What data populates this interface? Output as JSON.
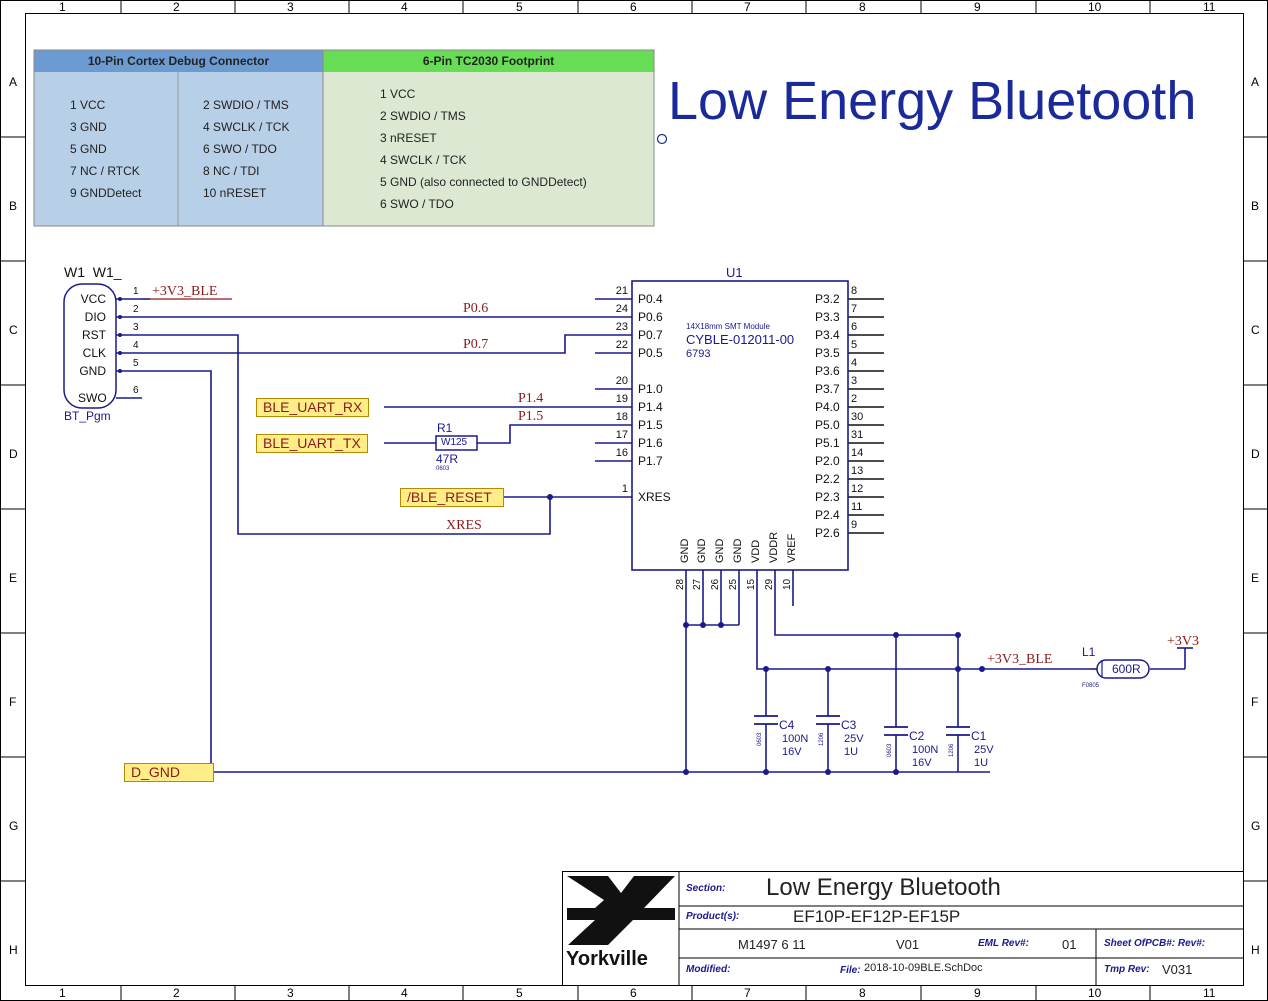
{
  "rulers": {
    "columns": [
      "1",
      "2",
      "3",
      "4",
      "5",
      "6",
      "7",
      "8",
      "9",
      "10",
      "11"
    ],
    "rows": [
      "A",
      "B",
      "C",
      "D",
      "E",
      "F",
      "G",
      "H"
    ]
  },
  "debug_table": {
    "header_left": "10-Pin Cortex Debug Connector",
    "header_right": "6-Pin TC2030 Footprint",
    "col1": [
      "1 VCC",
      "3 GND",
      "5 GND",
      "7 NC / RTCK",
      "9 GNDDetect"
    ],
    "col2": [
      "2 SWDIO / TMS",
      "4 SWCLK / TCK",
      "6 SWO / TDO",
      "8 NC / TDI",
      "10 nRESET"
    ],
    "col3": [
      "1 VCC",
      "2 SWDIO / TMS",
      "3 nRESET",
      "4 SWCLK / TCK",
      "5 GND (also connected to GNDDetect)",
      "6 SWO / TDO"
    ],
    "colors": {
      "left_header": "#6c9bd2",
      "right_header": "#66dd55",
      "left_body": "#b8cfe8",
      "right_body": "#dce8d2"
    }
  },
  "title": "Low Energy Bluetooth",
  "connector": {
    "refs": "W1  W1_",
    "name": "BT_Pgm",
    "pins": [
      "VCC",
      "DIO",
      "RST",
      "CLK",
      "GND",
      "SWO"
    ],
    "numbers": [
      "1",
      "2",
      "3",
      "4",
      "5",
      "6"
    ]
  },
  "nets": {
    "v3_ble": "+3V3_BLE",
    "p06": "P0.6",
    "p07": "P0.7",
    "p14": "P1.4",
    "p15": "P1.5",
    "xres": "XRES",
    "v3_ble2": "+3V3_BLE",
    "v3": "+3V3"
  },
  "ports": {
    "uart_rx": "BLE_UART_RX",
    "uart_tx": "BLE_UART_TX",
    "reset": "/BLE_RESET",
    "dgnd": "D_GND"
  },
  "r1": {
    "ref": "R1",
    "value": "47R",
    "pkg": "W125",
    "size": "0603"
  },
  "u1": {
    "ref": "U1",
    "desc": "14X18mm SMT Module",
    "part": "CYBLE-012011-00",
    "code": "6793",
    "left_pins": [
      {
        "num": "21",
        "name": "P0.4"
      },
      {
        "num": "24",
        "name": "P0.6"
      },
      {
        "num": "23",
        "name": "P0.7"
      },
      {
        "num": "22",
        "name": "P0.5"
      },
      {
        "num": "20",
        "name": "P1.0"
      },
      {
        "num": "19",
        "name": "P1.4"
      },
      {
        "num": "18",
        "name": "P1.5"
      },
      {
        "num": "17",
        "name": "P1.6"
      },
      {
        "num": "16",
        "name": "P1.7"
      },
      {
        "num": "1",
        "name": "XRES"
      }
    ],
    "right_pins": [
      {
        "num": "8",
        "name": "P3.2"
      },
      {
        "num": "7",
        "name": "P3.3"
      },
      {
        "num": "6",
        "name": "P3.4"
      },
      {
        "num": "5",
        "name": "P3.5"
      },
      {
        "num": "4",
        "name": "P3.6"
      },
      {
        "num": "3",
        "name": "P3.7"
      },
      {
        "num": "2",
        "name": "P4.0"
      },
      {
        "num": "30",
        "name": "P5.0"
      },
      {
        "num": "31",
        "name": "P5.1"
      },
      {
        "num": "14",
        "name": "P2.0"
      },
      {
        "num": "13",
        "name": "P2.2"
      },
      {
        "num": "12",
        "name": "P2.3"
      },
      {
        "num": "11",
        "name": "P2.4"
      },
      {
        "num": "9",
        "name": "P2.6"
      }
    ],
    "bottom_pins": [
      {
        "num": "28",
        "name": "GND"
      },
      {
        "num": "27",
        "name": "GND"
      },
      {
        "num": "26",
        "name": "GND"
      },
      {
        "num": "25",
        "name": "GND"
      },
      {
        "num": "15",
        "name": "VDD"
      },
      {
        "num": "29",
        "name": "VDDR"
      },
      {
        "num": "10",
        "name": "VREF"
      }
    ]
  },
  "caps": [
    {
      "ref": "C4",
      "value": "100N",
      "volt": "16V",
      "size": "0603"
    },
    {
      "ref": "C3",
      "value": "25V",
      "volt": "1U",
      "size": "1206"
    },
    {
      "ref": "C2",
      "value": "100N",
      "volt": "16V",
      "size": "0603"
    },
    {
      "ref": "C1",
      "value": "25V",
      "volt": "1U",
      "size": "1206"
    }
  ],
  "l1": {
    "ref": "L1",
    "value": "600R",
    "size": "F0805"
  },
  "title_block": {
    "logo_text": "Yorkville",
    "section_label": "Section:",
    "section_value": "Low Energy Bluetooth",
    "product_label": "Product(s):",
    "product_value": "EF10P-EF12P-EF15P",
    "doc_no": "M1497 6 11",
    "rev_v": "V01",
    "eml_label": "EML Rev#:",
    "eml_value": "01",
    "sheet_label": "Sheet OfPCB#: Rev#:",
    "modified_label": "Modified:",
    "file_label": "File:",
    "file_value": "2018-10-09BLE.SchDoc",
    "tmp_label": "Tmp Rev:",
    "tmp_value": "V031"
  }
}
